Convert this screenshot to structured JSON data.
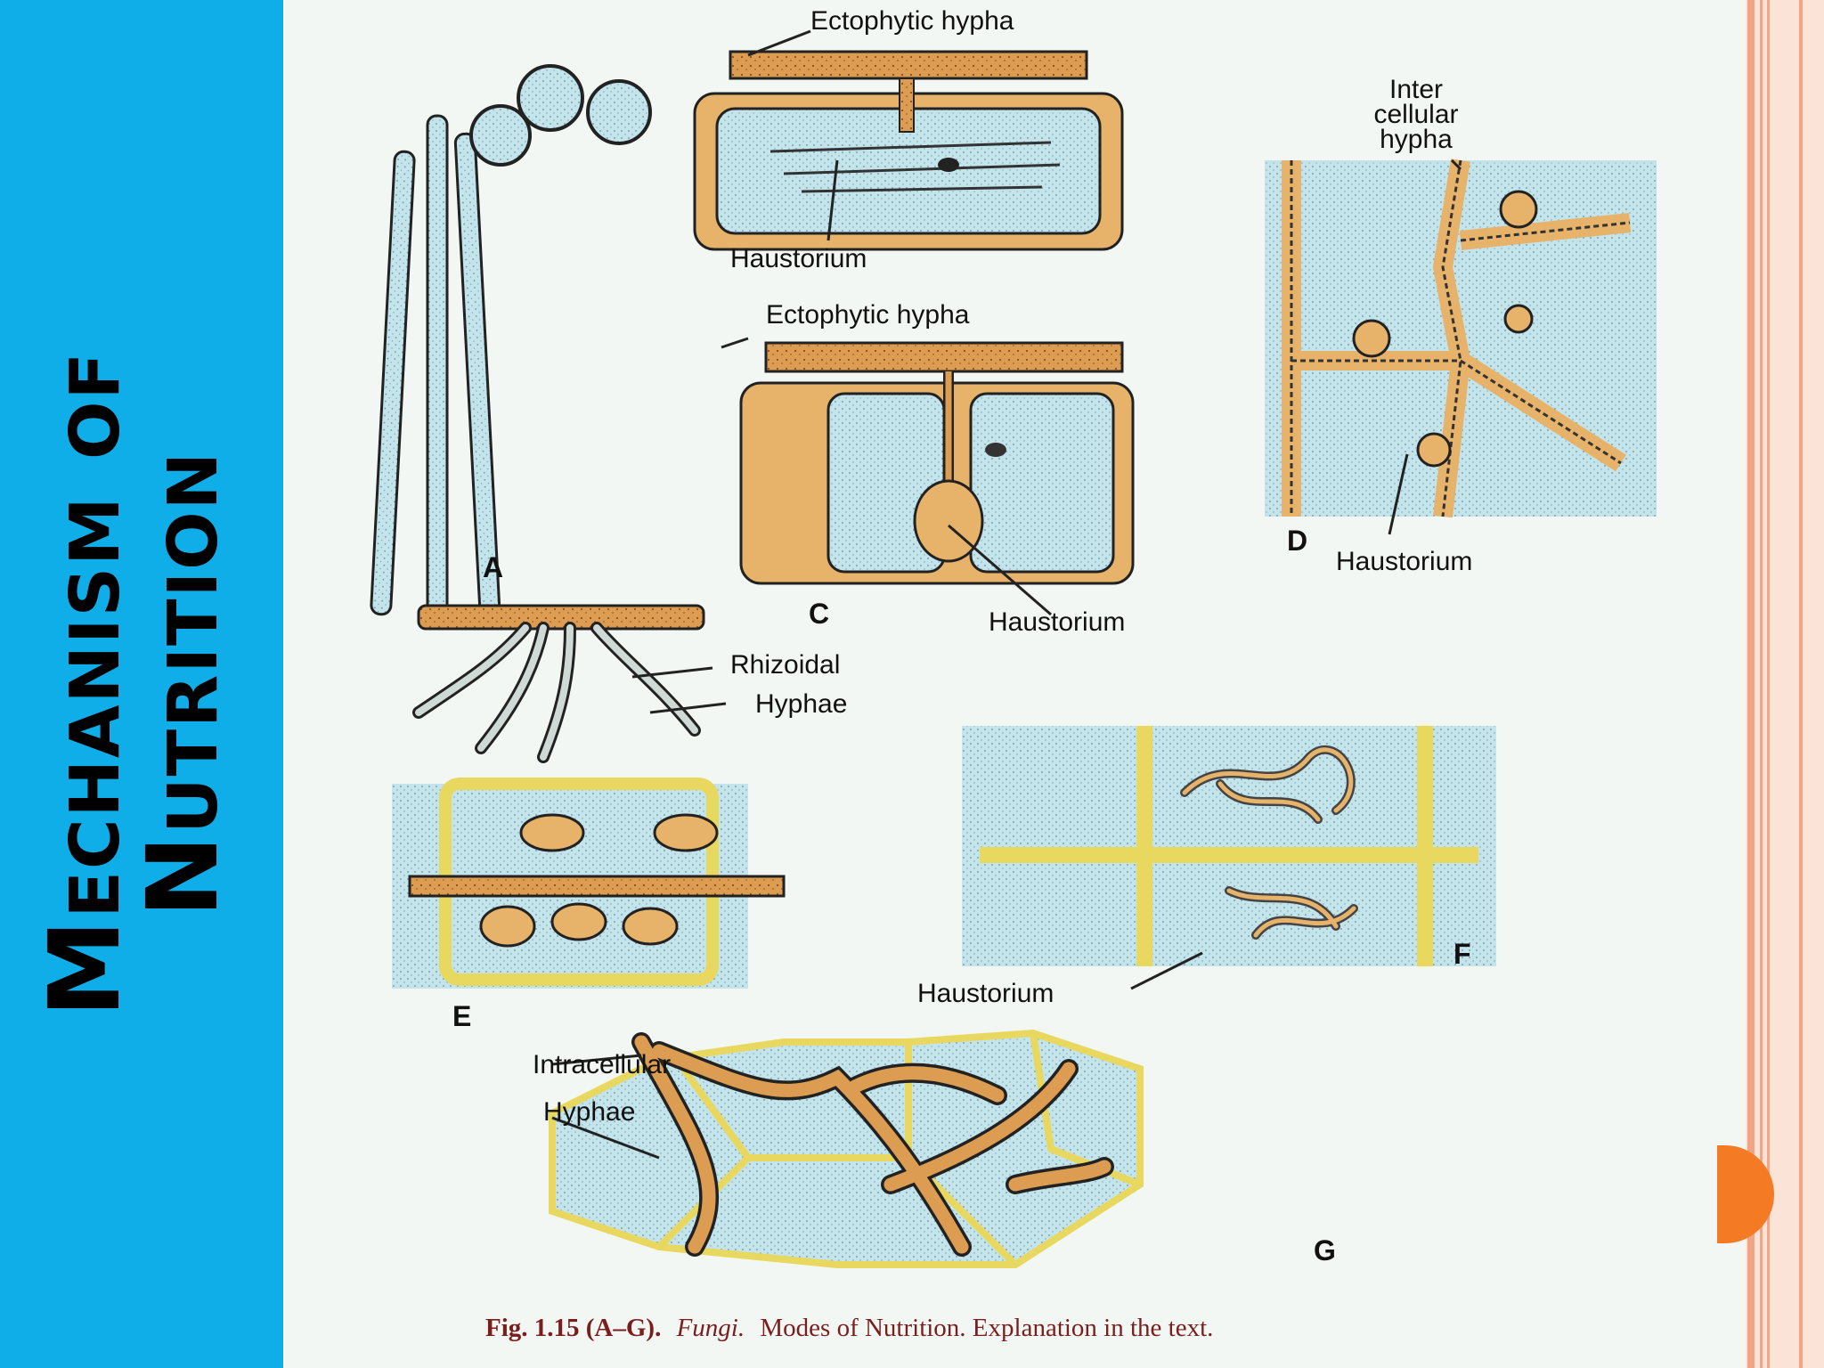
{
  "slide": {
    "title_line1": "Mechanism of",
    "title_line2": "Nutrition"
  },
  "figure": {
    "panel_letters": [
      "A",
      "C",
      "D",
      "E",
      "F",
      "G"
    ],
    "labels": {
      "ectophytic_hypha_top": "Ectophytic hypha",
      "haustorium_top": "Haustorium",
      "ectophytic_hypha_c": "Ectophytic hypha",
      "haustorium_c": "Haustorium",
      "inter_1": "Inter",
      "inter_2": "cellular",
      "inter_3": "hypha",
      "haustorium_d": "Haustorium",
      "rhizoidal": "Rhizoidal",
      "hyphae_a": "Hyphae",
      "haustorium_ef": "Haustorium",
      "intracellular": "Intracellular",
      "hyphae_g": "Hyphae"
    },
    "caption": {
      "fig": "Fig. 1.15 (A–G).",
      "fungi": "Fungi.",
      "rest": "Modes of Nutrition. Explanation in the text."
    }
  },
  "colors": {
    "sidebar": "#10aee8",
    "cell_fill": "#bfe3ec",
    "hypha": "#d99a4e",
    "wall": "#e7b36a",
    "accent": "#f47a24"
  }
}
